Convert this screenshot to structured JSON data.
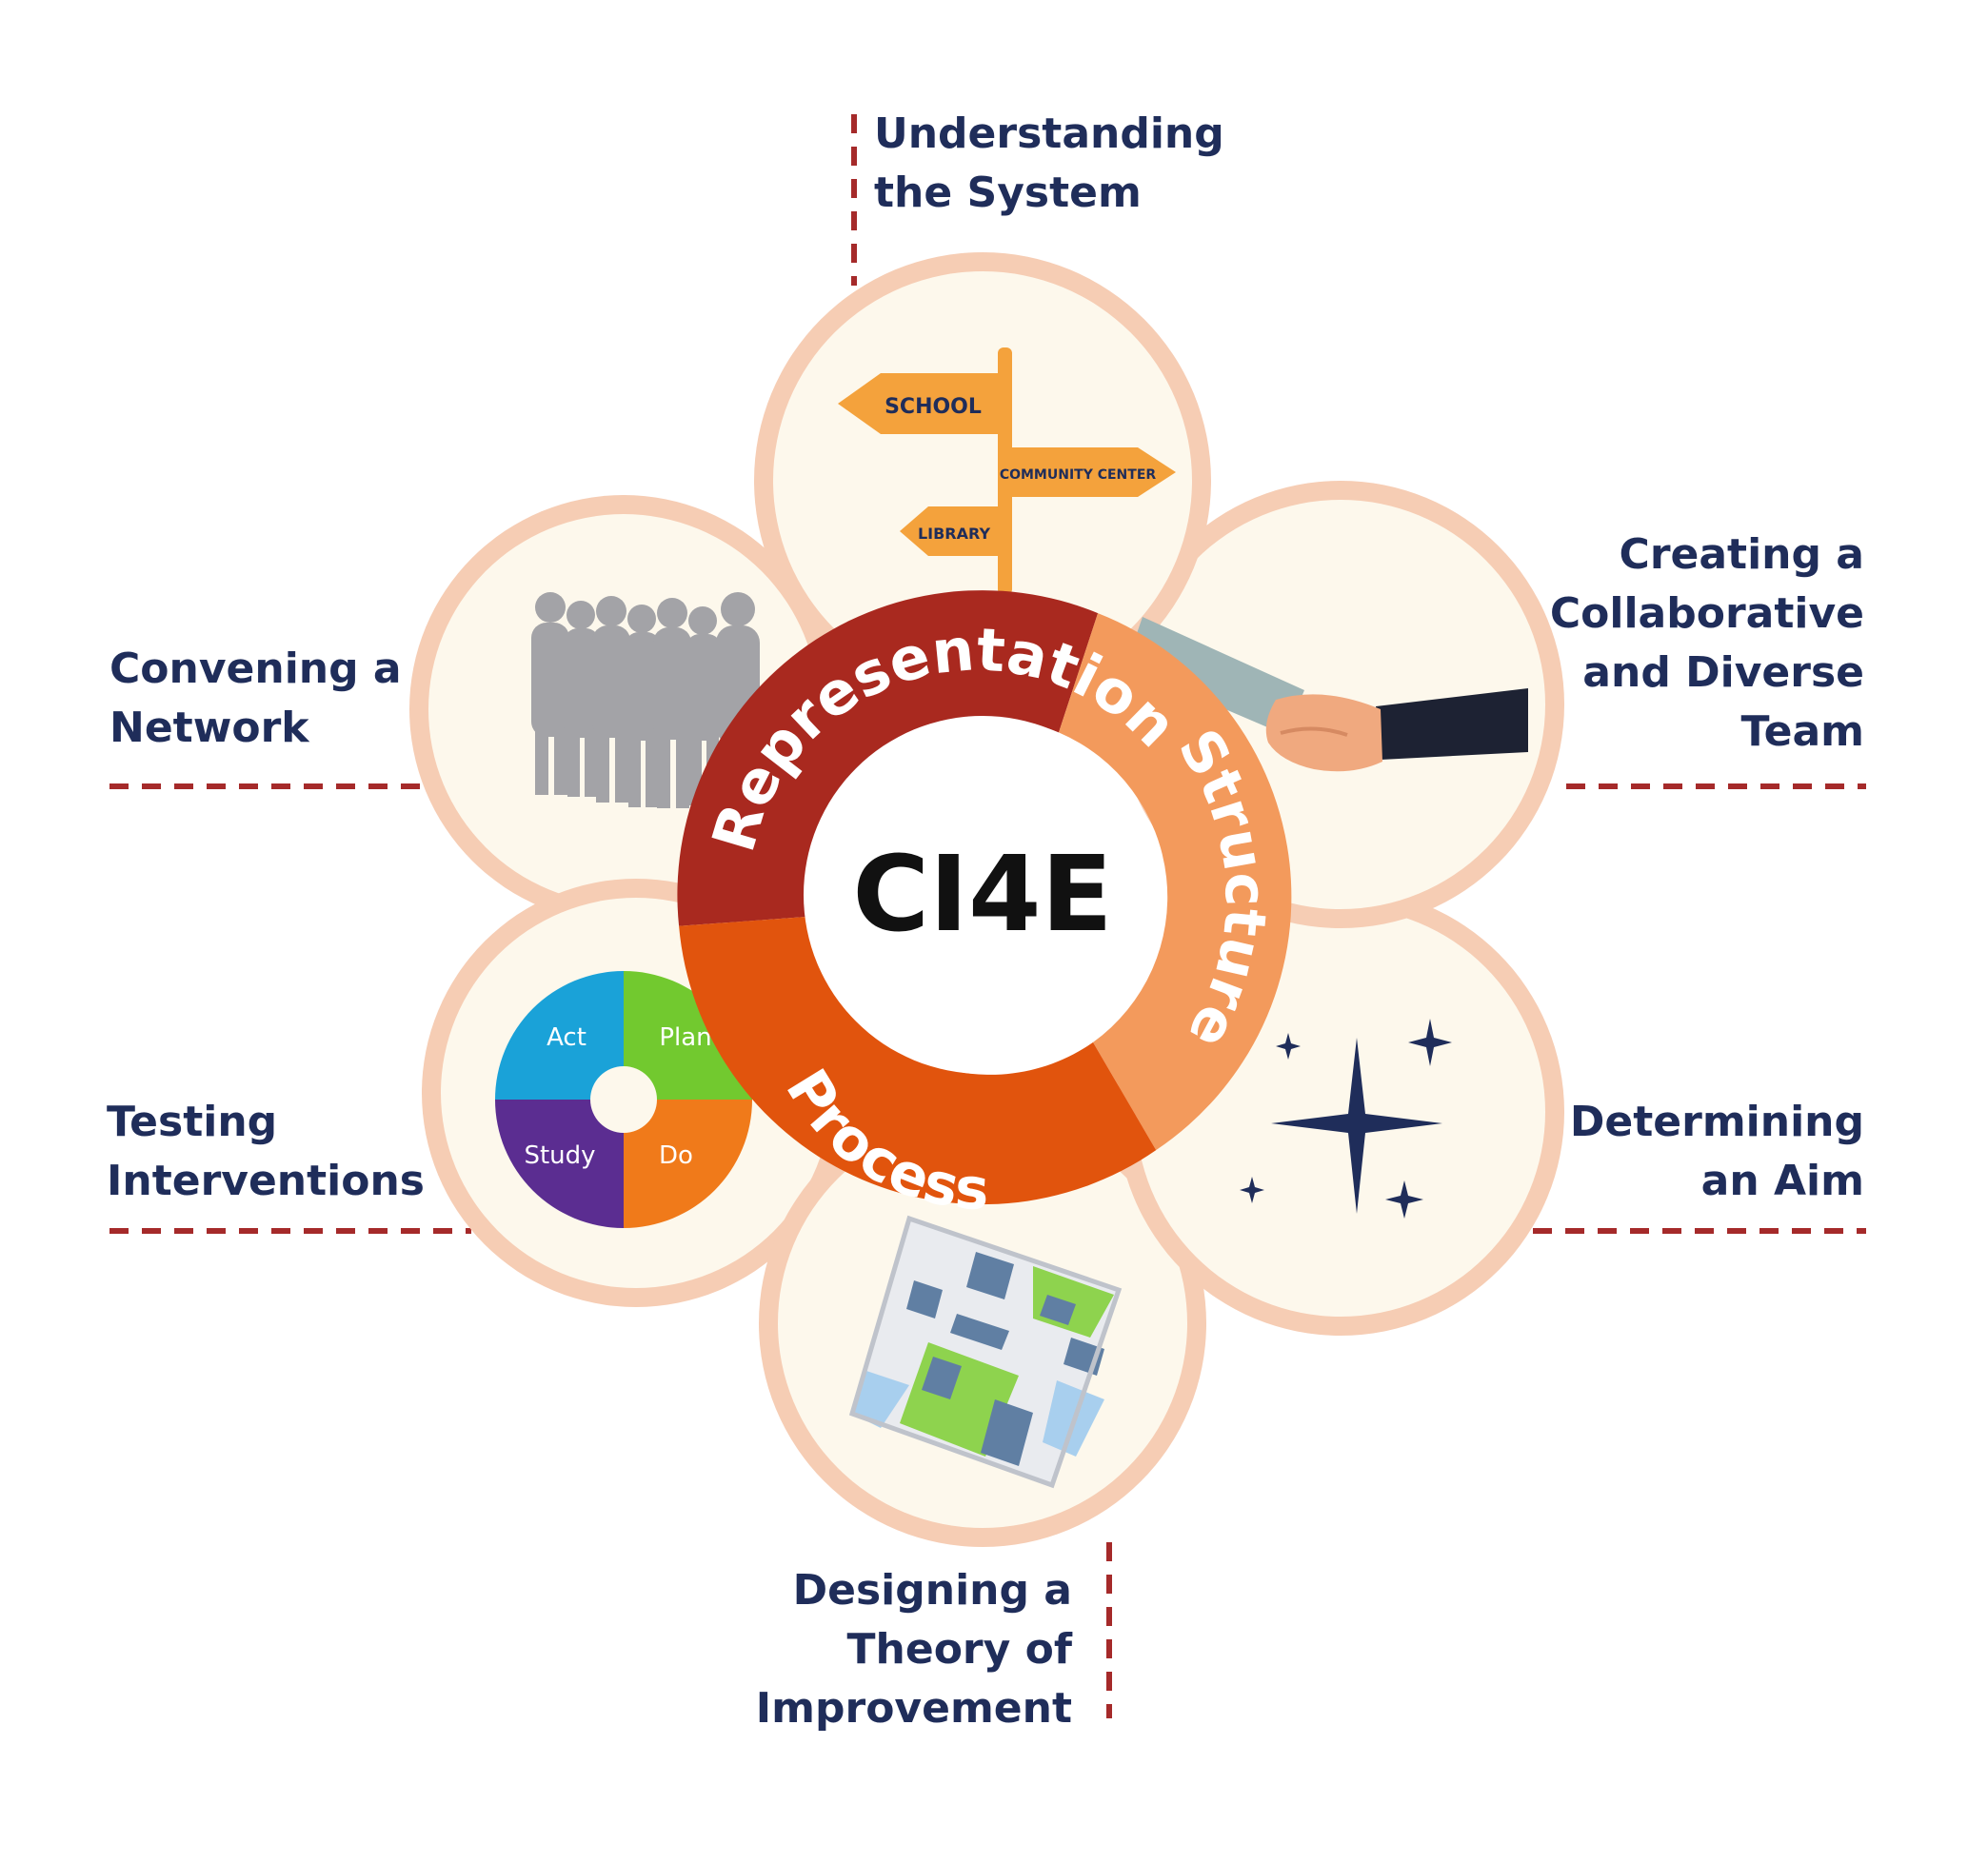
{
  "center": {
    "title": "CI4E"
  },
  "ring": {
    "top": "Representation",
    "right": "Structure",
    "bottom": "Process",
    "colors": {
      "representation": "#a9291f",
      "structure": "#f39a5c",
      "process": "#e1540d"
    }
  },
  "steps": [
    {
      "id": "understanding",
      "lines": [
        "Understanding",
        "the System"
      ],
      "icon": "signpost-icon"
    },
    {
      "id": "team",
      "lines": [
        "Creating a",
        "Collaborative",
        "and Diverse",
        "Team"
      ],
      "icon": "handshake-icon"
    },
    {
      "id": "aim",
      "lines": [
        "Determining",
        "an Aim"
      ],
      "icon": "stars-icon"
    },
    {
      "id": "theory",
      "lines": [
        "Designing a",
        "Theory of",
        "Improvement"
      ],
      "icon": "map-icon"
    },
    {
      "id": "testing",
      "lines": [
        "Testing",
        "Interventions"
      ],
      "icon": "pdsa-cycle-icon"
    },
    {
      "id": "network",
      "lines": [
        "Convening a",
        "Network"
      ],
      "icon": "people-icon"
    }
  ],
  "signpost": {
    "school": "SCHOOL",
    "community": "COMMUNITY CENTER",
    "library": "LIBRARY"
  },
  "pdsa": {
    "act": "Act",
    "plan": "Plan",
    "do": "Do",
    "study": "Study"
  },
  "colors": {
    "label": "#1f2d5a",
    "dash": "#a52a2a",
    "petal_fill": "#fdf8ec",
    "petal_rim": "#f6cdb4"
  }
}
